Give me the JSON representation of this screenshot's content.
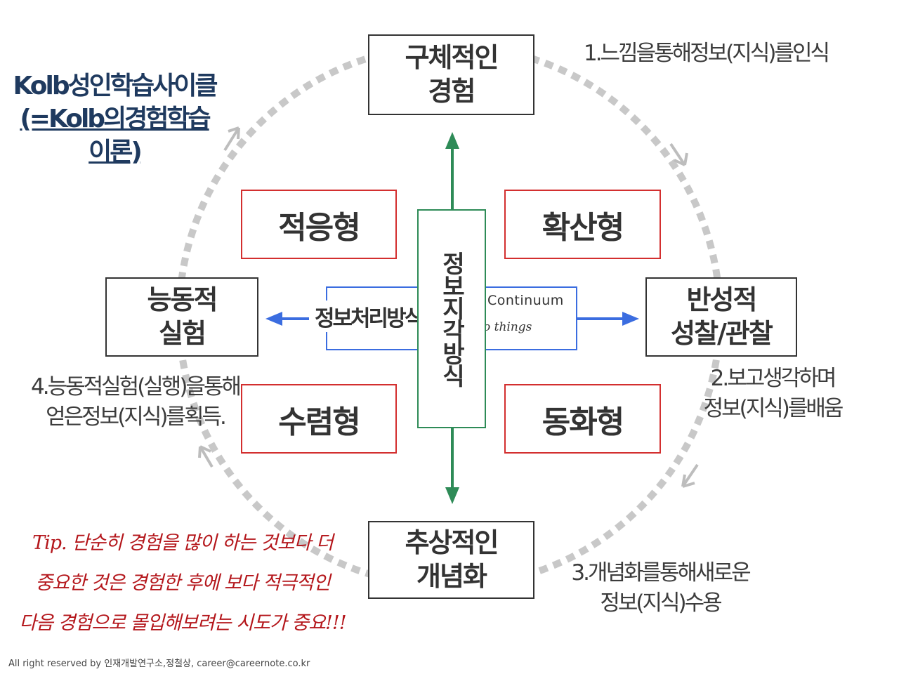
{
  "title": {
    "line1": "Kolb성인학습사이클",
    "line2": "(=Kolb의경험학습이론)"
  },
  "poles": {
    "top": [
      "구체적인",
      "경험"
    ],
    "right": [
      "반성적",
      "성찰/관찰"
    ],
    "bottom": [
      "추상적인",
      "개념화"
    ],
    "left": [
      "능동적",
      "실험"
    ]
  },
  "quadrants": {
    "top_left": "적응형",
    "top_right": "확산형",
    "bottom_left": "수렴형",
    "bottom_right": "동화형"
  },
  "axes": {
    "vertical_label": "정보지각방식",
    "horizontal_label": "정보처리방식",
    "continuum_text": "Continuum",
    "continuum_sub": "o things"
  },
  "steps": {
    "step1": "1.느낌을통해정보(지식)를인식",
    "step2": [
      "2.보고생각하며",
      "정보(지식)를배움"
    ],
    "step3": [
      "3.개념화를통해새로운",
      "정보(지식)수용"
    ],
    "step4": [
      "4.능동적실험(실행)을통해",
      "얻은정보(지식)를획득."
    ]
  },
  "tip": [
    "Tip. 단순히 경험을 많이 하는 것보다 더",
    "중요한 것은 경험한 후에 보다 적극적인",
    "다음 경험으로 몰입해보려는 시도가 중요!!!"
  ],
  "footer": "All right reserved by 인재개발연구소,정철상, career@careernote.co.kr",
  "colors": {
    "vertical_axis": "#2e8b57",
    "horizontal_axis": "#3b6de0",
    "quadrant_border": "#d32f2f",
    "cycle_dots": "#c8c8c8",
    "title": "#1f3a5f",
    "tip": "#b4161b"
  }
}
